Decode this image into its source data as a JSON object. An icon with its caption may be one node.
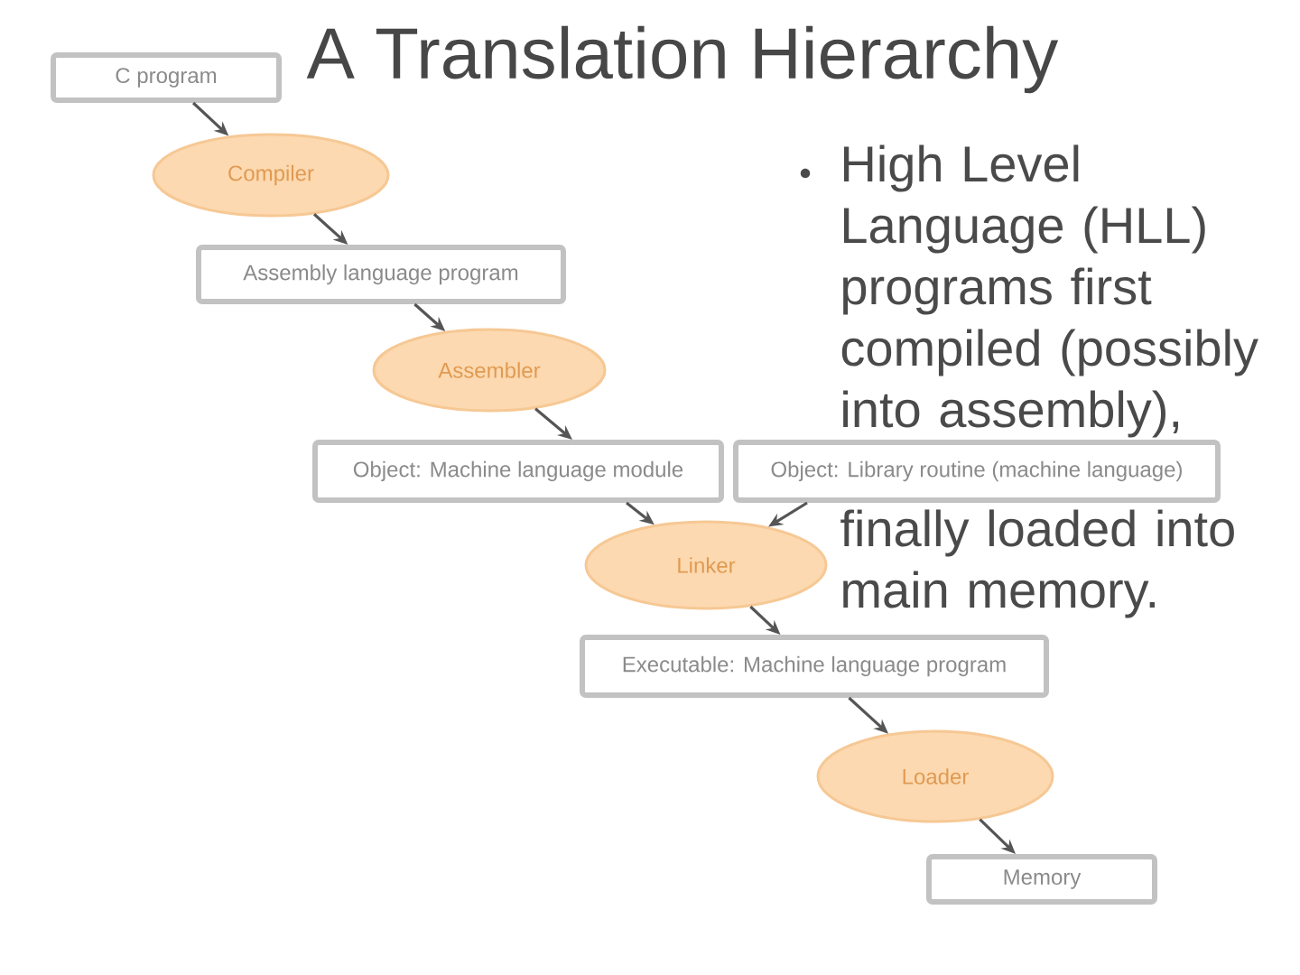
{
  "diagram": {
    "title": "A Translation Hierarchy",
    "nodes": [
      {
        "text": [
          "C program"
        ]
      },
      {
        "text": [
          "Compiler"
        ]
      },
      {
        "text": [
          "Assembly language program"
        ]
      },
      {
        "text": [
          "Assembler"
        ]
      },
      {
        "text": [
          "Object: Machine language module"
        ]
      },
      {
        "text": [
          "Object: Library routine (machine language)"
        ]
      },
      {
        "text": [
          "Linker"
        ]
      },
      {
        "text": [
          "Executable: Machine language program"
        ]
      },
      {
        "text": [
          "Loader"
        ]
      },
      {
        "text": [
          "Memory"
        ]
      }
    ],
    "edges": [
      {
        "from": 0,
        "to": 1,
        "arrow": "to"
      },
      {
        "from": 1,
        "to": 2,
        "arrow": "to"
      },
      {
        "from": 2,
        "to": 3,
        "arrow": "to"
      },
      {
        "from": 3,
        "to": 4,
        "arrow": "to"
      },
      {
        "from": 4,
        "to": 6,
        "arrow": "to"
      },
      {
        "from": 5,
        "to": 6,
        "arrow": "to"
      },
      {
        "from": 6,
        "to": 7,
        "arrow": "to"
      },
      {
        "from": 7,
        "to": 8,
        "arrow": "to"
      },
      {
        "from": 8,
        "to": 9,
        "arrow": "to"
      }
    ],
    "labels": [
      "High Level Language (HLL) programs first compiled (possibly into assembly),",
      "finally loaded into main memory."
    ]
  }
}
